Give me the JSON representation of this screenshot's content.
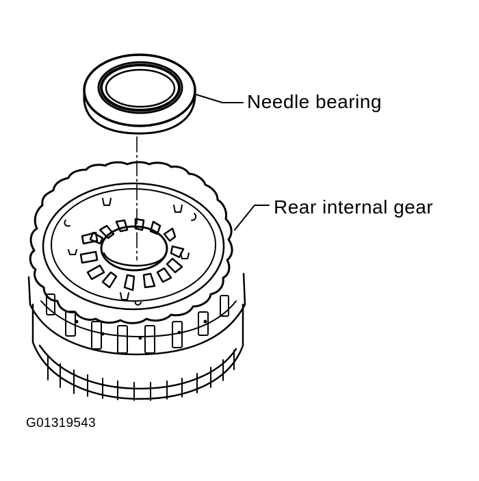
{
  "labels": {
    "needle_bearing": "Needle bearing",
    "rear_internal_gear": "Rear internal gear"
  },
  "figure_code": "G01319543",
  "colors": {
    "ink": "#000000",
    "paper": "#ffffff"
  }
}
